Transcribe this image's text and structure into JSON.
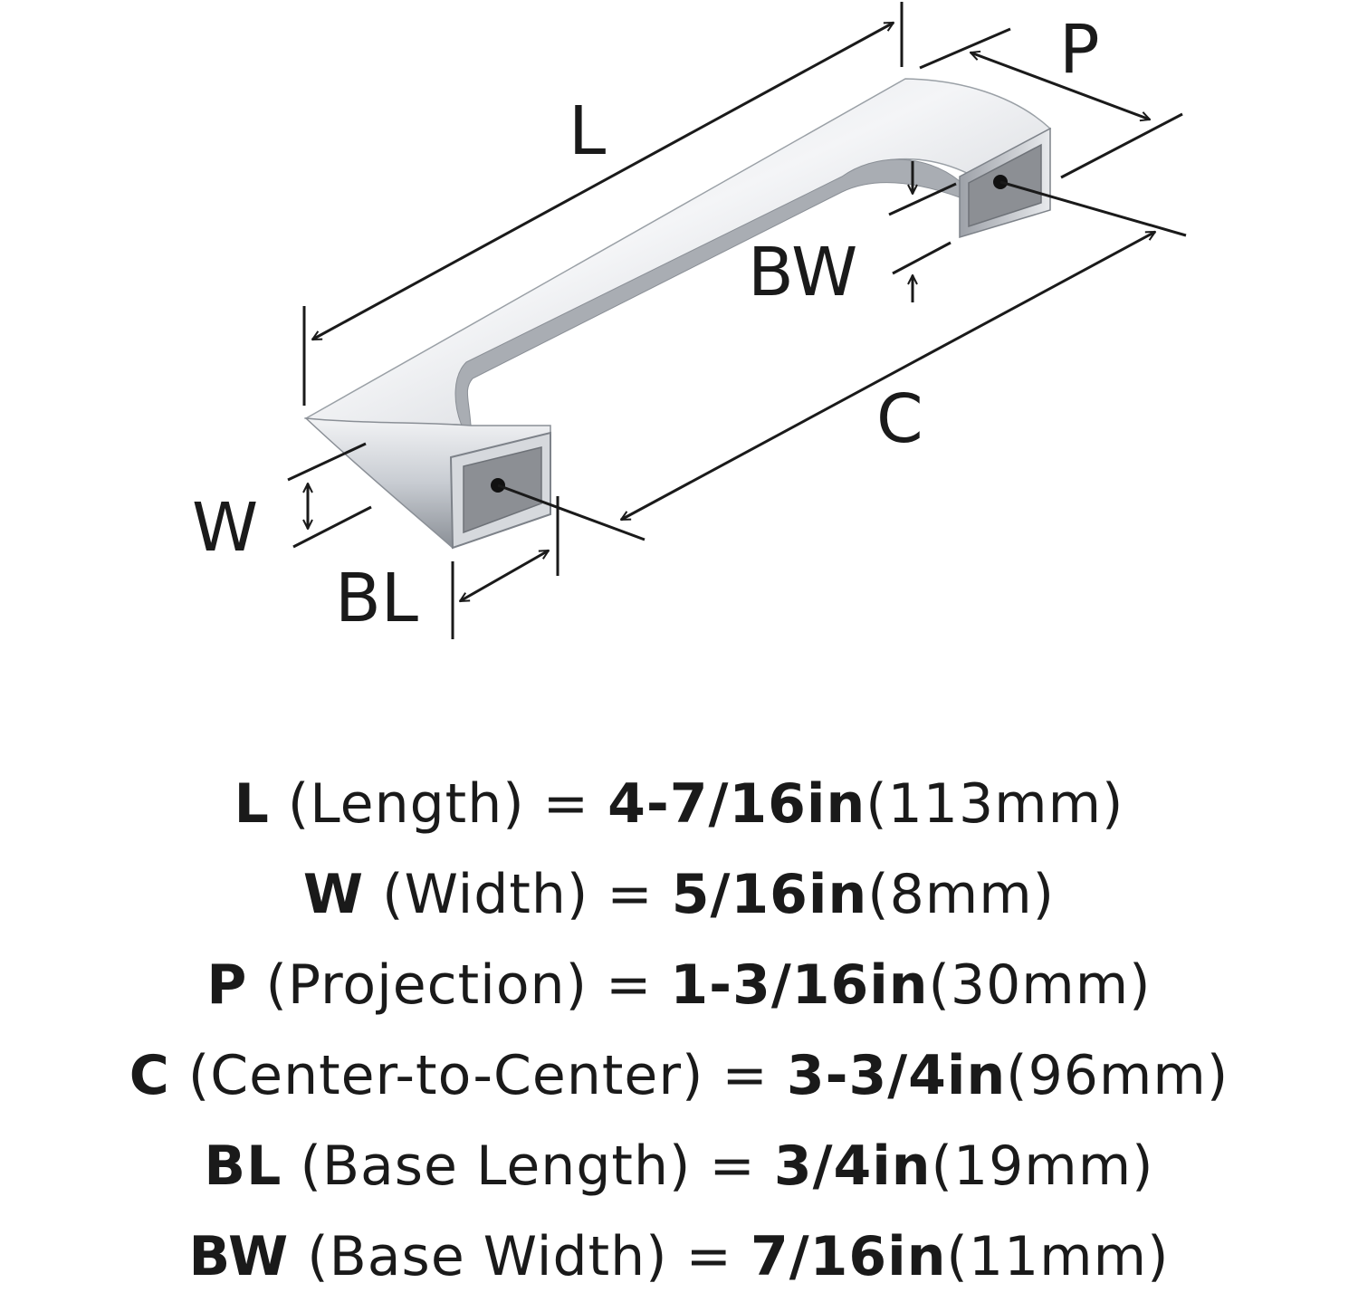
{
  "diagram": {
    "labels": {
      "L": "L",
      "P": "P",
      "BW": "BW",
      "C": "C",
      "W": "W",
      "BL": "BL"
    },
    "colors": {
      "line": "#1a1a1a",
      "chrome_light": "#e4e6ea",
      "chrome_mid": "#bcc0c6",
      "chrome_dark": "#7d8289",
      "base_inner": "#8c8f94"
    }
  },
  "specs": [
    {
      "code": "L",
      "name": "(Length)",
      "eq": "=",
      "imperial": "4-7/16in",
      "metric": "(113mm)"
    },
    {
      "code": "W",
      "name": "(Width)",
      "eq": "=",
      "imperial": "5/16in",
      "metric": "(8mm)"
    },
    {
      "code": "P",
      "name": "(Projection)",
      "eq": "=",
      "imperial": "1-3/16in",
      "metric": "(30mm)"
    },
    {
      "code": "C",
      "name": "(Center-to-Center)",
      "eq": "=",
      "imperial": "3-3/4in",
      "metric": "(96mm)"
    },
    {
      "code": "BL",
      "name": "(Base Length)",
      "eq": "=",
      "imperial": "3/4in",
      "metric": "(19mm)"
    },
    {
      "code": "BW",
      "name": "(Base Width)",
      "eq": "=",
      "imperial": "7/16in",
      "metric": "(11mm)"
    }
  ]
}
